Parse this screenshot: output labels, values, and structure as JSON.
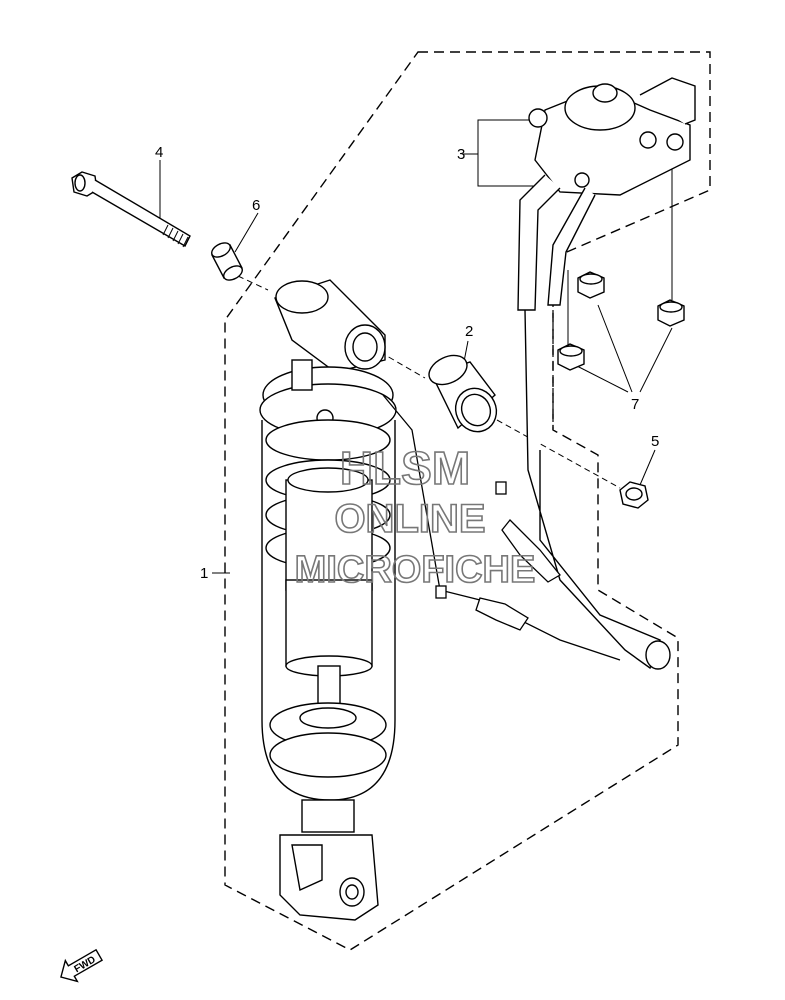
{
  "diagram": {
    "callouts": [
      "1",
      "2",
      "3",
      "4",
      "5",
      "6",
      "7"
    ],
    "watermark": [
      "HLSM",
      "ONLINE",
      "MICROFICHE"
    ],
    "direction_badge": "FWD"
  },
  "colors": {
    "line": "#000000",
    "watermark": "#777777",
    "background": "#ffffff"
  }
}
